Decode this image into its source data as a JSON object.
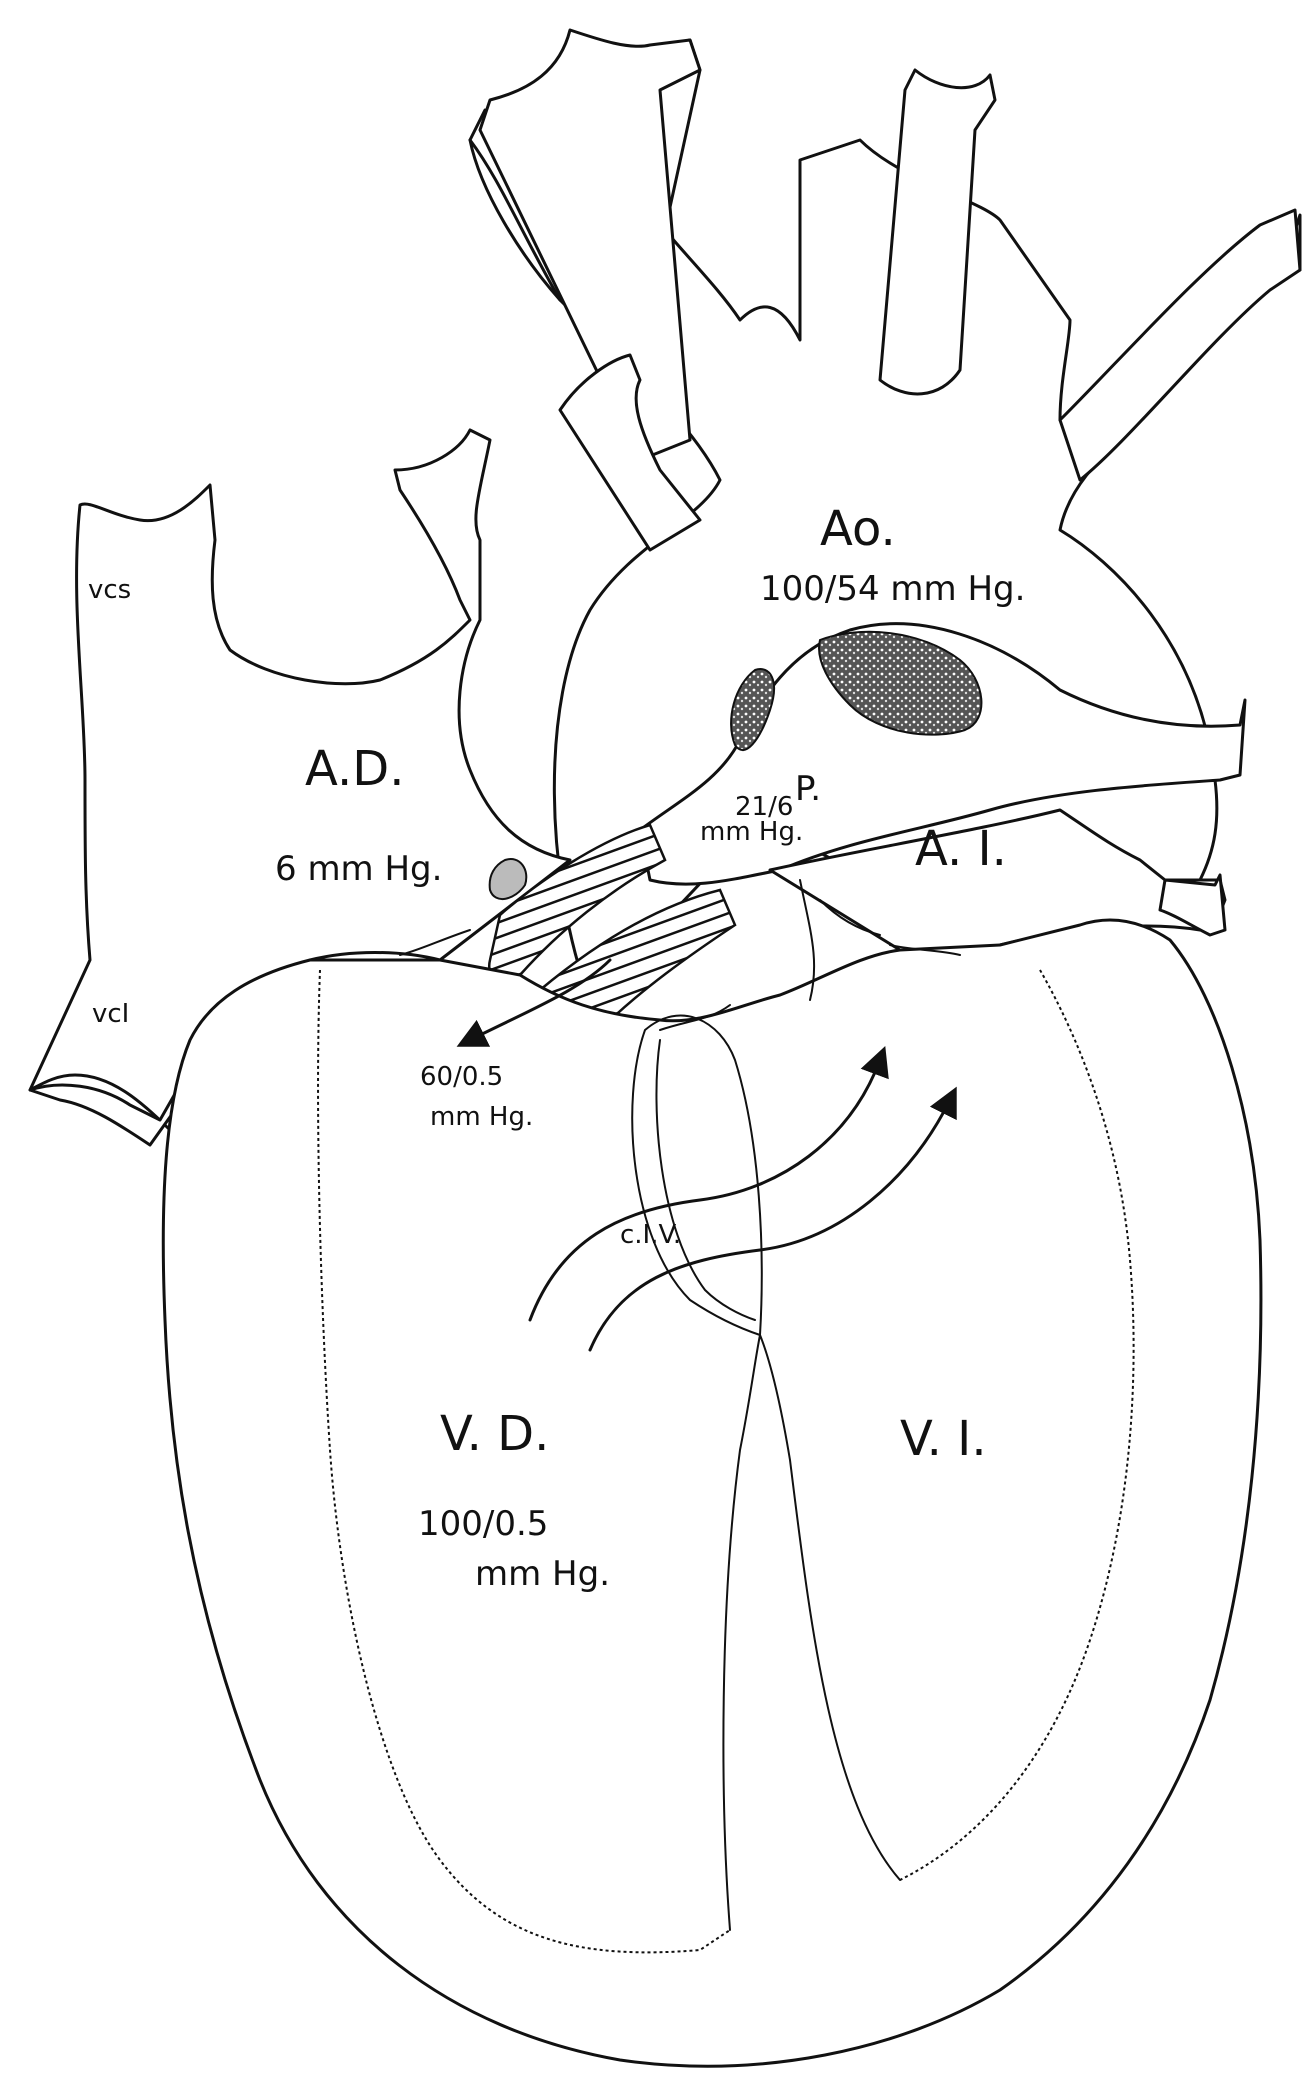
{
  "labels": {
    "vcs": "vcs",
    "vci": "vcI",
    "ao": "Ao.",
    "ao_pressure": "100/54 mm Hg.",
    "ad": "A.D.",
    "ad_pressure": "6 mm Hg.",
    "p": "P.",
    "p_pressure": "21/6",
    "p_unit": "mm Hg.",
    "ai": "A. I.",
    "pv_pressure": "60/0.5",
    "pv_unit": "mm Hg.",
    "civ": "c.I.V.",
    "vd": "V. D.",
    "vd_pressure": "100/0.5",
    "vd_unit": "mm Hg.",
    "vi": "V. I."
  }
}
